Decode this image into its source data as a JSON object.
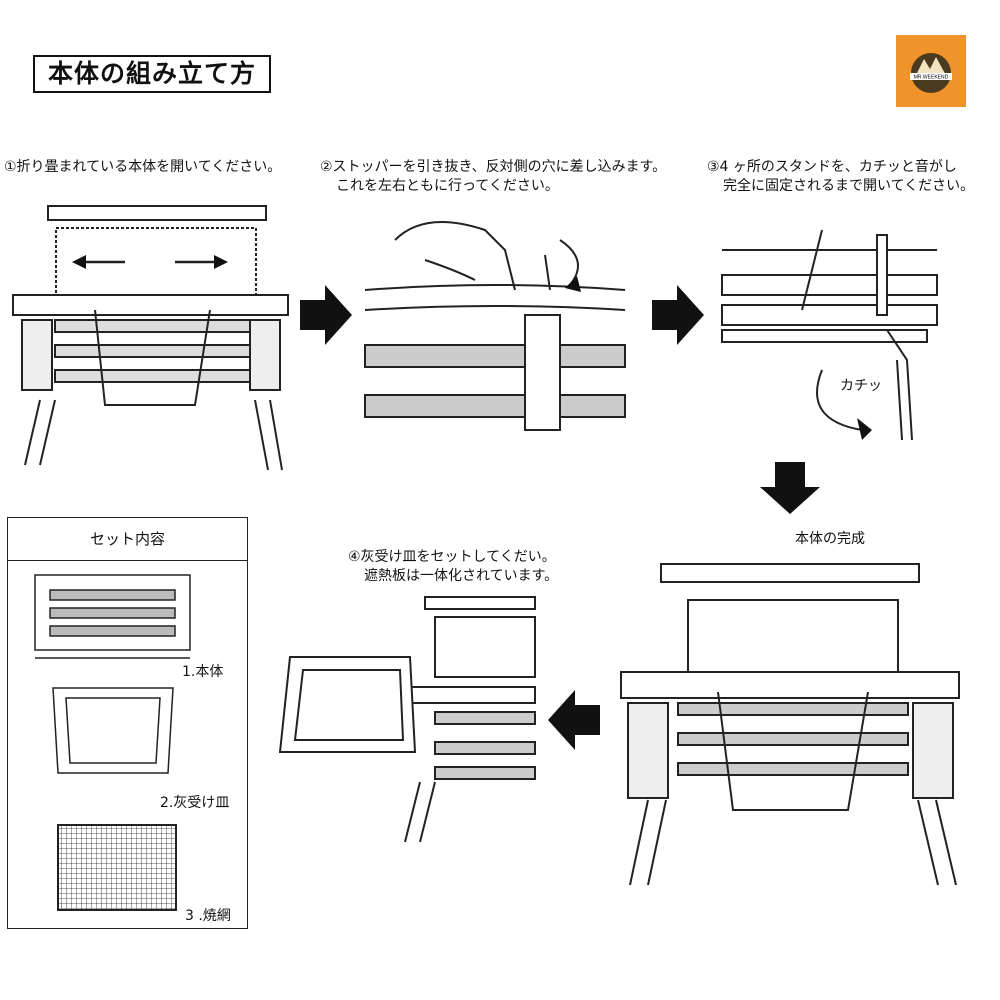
{
  "page": {
    "title": "本体の組み立て方"
  },
  "logo": {
    "text": "MR.WEEKEND",
    "color": "#f0932a"
  },
  "steps": {
    "step1": {
      "line1": "①折り畳まれている本体を開いてください。"
    },
    "step2": {
      "line1": "②ストッパーを引き抜き、反対側の穴に差し込みます。",
      "line2": "これを左右ともに行ってください。"
    },
    "step3": {
      "line1": "③4 ヶ所のスタンドを、カチッと音がし",
      "line2": "完全に固定されるまで開いてください。",
      "click_sound": "カチッ"
    },
    "step4": {
      "line1": "④灰受け皿をセットしてくだい。",
      "line2": "遮熱板は一体化されています。"
    },
    "complete": {
      "label": "本体の完成"
    }
  },
  "set_contents": {
    "heading": "セット内容",
    "items": [
      {
        "label": "1.本体"
      },
      {
        "label": "2.灰受け皿"
      },
      {
        "label": "3 .焼網"
      }
    ]
  },
  "arrows": {
    "icons": [
      "arrow-right-icon",
      "arrow-right-icon",
      "arrow-down-icon",
      "arrow-left-icon"
    ]
  }
}
